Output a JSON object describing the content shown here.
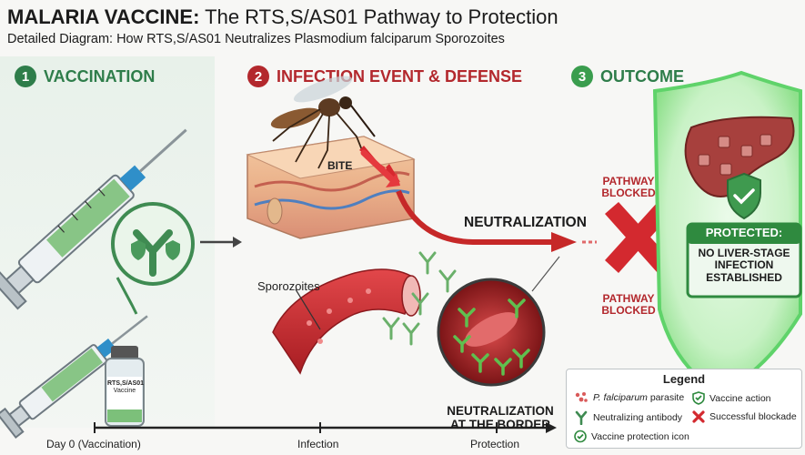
{
  "header": {
    "title_bold": "MALARIA VACCINE:",
    "title_rest": " The RTS,S/AS01 Pathway to Protection",
    "subtitle": "Detailed Diagram: How RTS,S/AS01 Neutralizes Plasmodium falciparum Sporozoites"
  },
  "steps": [
    {
      "num": "1",
      "label": "VACCINATION",
      "color": "#2e7d4a"
    },
    {
      "num": "2",
      "label": "INFECTION EVENT & DEFENSE",
      "color": "#b3282d"
    },
    {
      "num": "3",
      "label": "OUTCOME",
      "color": "#3a9d4e"
    }
  ],
  "labels": {
    "bite": "BITE",
    "neutralization": "NEUTRALIZATION",
    "sporozoites": "Sporozoites",
    "pathway_blocked": "PATHWAY\nBLOCKED",
    "neutralization_border": "NEUTRALIZATION\nAT THE BORDER",
    "vial_name": "RTS,S/AS01",
    "vial_sub": "Vaccine",
    "protected_title": "PROTECTED:",
    "protected_body": "NO LIVER-STAGE\nINFECTION\nESTABLISHED"
  },
  "legend": {
    "title": "Legend",
    "items": [
      {
        "italic": "P. falciparum",
        "text": " parasite",
        "icon": "parasite-icon"
      },
      {
        "text": "Vaccine action",
        "icon": "shield-check-icon"
      },
      {
        "text": "Neutralizing antibody",
        "icon": "antibody-icon"
      },
      {
        "text": "Successful blockade",
        "icon": "red-x-icon"
      },
      {
        "text": "Vaccine protection icon",
        "icon": "protection-icon"
      }
    ]
  },
  "timeline": [
    "Day 0 (Vaccination)",
    "Infection",
    "Protection"
  ],
  "colors": {
    "green": "#2e7d4a",
    "red": "#c62828",
    "shield": "#5fd36a"
  }
}
